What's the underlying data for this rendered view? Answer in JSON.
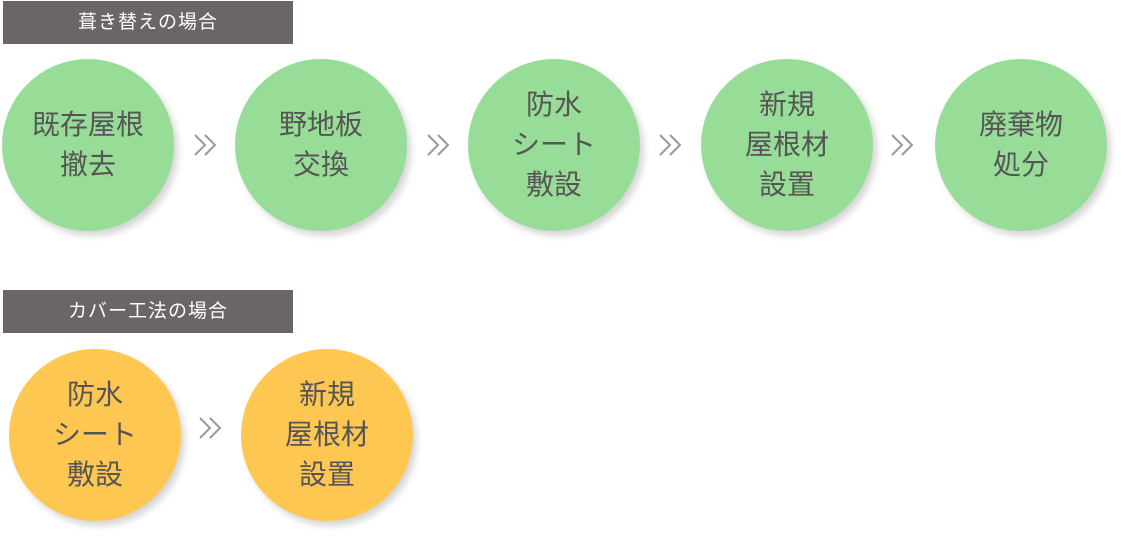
{
  "sections": [
    {
      "title": "葺き替えの場合",
      "color": "#98dd97",
      "steps": [
        {
          "label": "既存屋根\n撤去"
        },
        {
          "label": "野地板\n交換"
        },
        {
          "label": "防水\nシート\n敷設"
        },
        {
          "label": "新規\n屋根材\n設置"
        },
        {
          "label": "廃棄物\n処分"
        }
      ]
    },
    {
      "title": "カバー工法の場合",
      "color": "#fec752",
      "steps": [
        {
          "label": "防水\nシート\n敷設"
        },
        {
          "label": "新規\n屋根材\n設置"
        }
      ]
    }
  ],
  "arrow_icon": "double-chevron-right-icon",
  "header_color": "#6b6665"
}
